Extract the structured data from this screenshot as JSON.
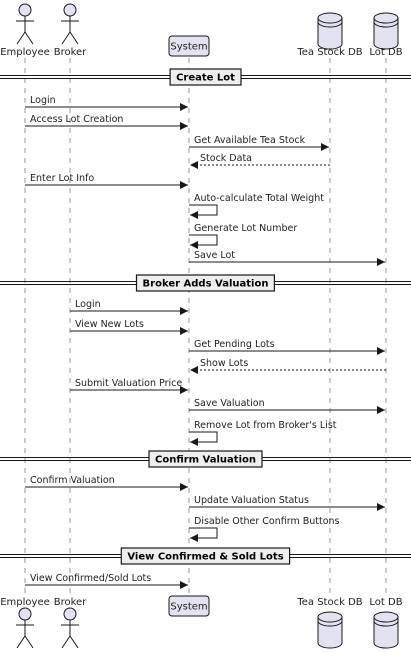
{
  "participants": [
    {
      "id": "employee",
      "label": "Employee",
      "kind": "actor"
    },
    {
      "id": "broker",
      "label": "Broker",
      "kind": "actor"
    },
    {
      "id": "system",
      "label": "System",
      "kind": "box"
    },
    {
      "id": "tea_stock_db",
      "label": "Tea Stock DB",
      "kind": "database"
    },
    {
      "id": "lot_db",
      "label": "Lot DB",
      "kind": "database"
    }
  ],
  "groups": [
    {
      "label": "Create Lot"
    },
    {
      "label": "Broker Adds Valuation"
    },
    {
      "label": "Confirm Valuation"
    },
    {
      "label": "View Confirmed & Sold Lots"
    }
  ],
  "messages": [
    {
      "from": "employee",
      "to": "system",
      "label": "Login",
      "style": "solid"
    },
    {
      "from": "employee",
      "to": "system",
      "label": "Access Lot Creation",
      "style": "solid"
    },
    {
      "from": "system",
      "to": "tea_stock_db",
      "label": "Get Available Tea Stock",
      "style": "solid"
    },
    {
      "from": "tea_stock_db",
      "to": "system",
      "label": "Stock Data",
      "style": "dashed"
    },
    {
      "from": "employee",
      "to": "system",
      "label": "Enter Lot Info",
      "style": "solid"
    },
    {
      "from": "system",
      "to": "system",
      "label": "Auto-calculate Total Weight",
      "style": "self"
    },
    {
      "from": "system",
      "to": "system",
      "label": "Generate Lot Number",
      "style": "self"
    },
    {
      "from": "system",
      "to": "lot_db",
      "label": "Save Lot",
      "style": "solid"
    },
    {
      "from": "broker",
      "to": "system",
      "label": "Login",
      "style": "solid"
    },
    {
      "from": "broker",
      "to": "system",
      "label": "View New Lots",
      "style": "solid"
    },
    {
      "from": "system",
      "to": "lot_db",
      "label": "Get Pending Lots",
      "style": "solid"
    },
    {
      "from": "lot_db",
      "to": "system",
      "label": "Show Lots",
      "style": "dashed"
    },
    {
      "from": "broker",
      "to": "system",
      "label": "Submit Valuation Price",
      "style": "solid"
    },
    {
      "from": "system",
      "to": "lot_db",
      "label": "Save Valuation",
      "style": "solid"
    },
    {
      "from": "system",
      "to": "system",
      "label": "Remove Lot from Broker's List",
      "style": "self"
    },
    {
      "from": "employee",
      "to": "system",
      "label": "Confirm Valuation",
      "style": "solid"
    },
    {
      "from": "system",
      "to": "lot_db",
      "label": "Update Valuation Status",
      "style": "solid"
    },
    {
      "from": "system",
      "to": "system",
      "label": "Disable Other Confirm Buttons",
      "style": "self"
    },
    {
      "from": "employee",
      "to": "system",
      "label": "View Confirmed/Sold Lots",
      "style": "solid"
    }
  ],
  "colors": {
    "participant_fill": "#e2e2f0",
    "participant_stroke": "#181818",
    "lifeline": "#9a9a9a",
    "line": "#181818",
    "group_fill": "#eeeeee"
  }
}
